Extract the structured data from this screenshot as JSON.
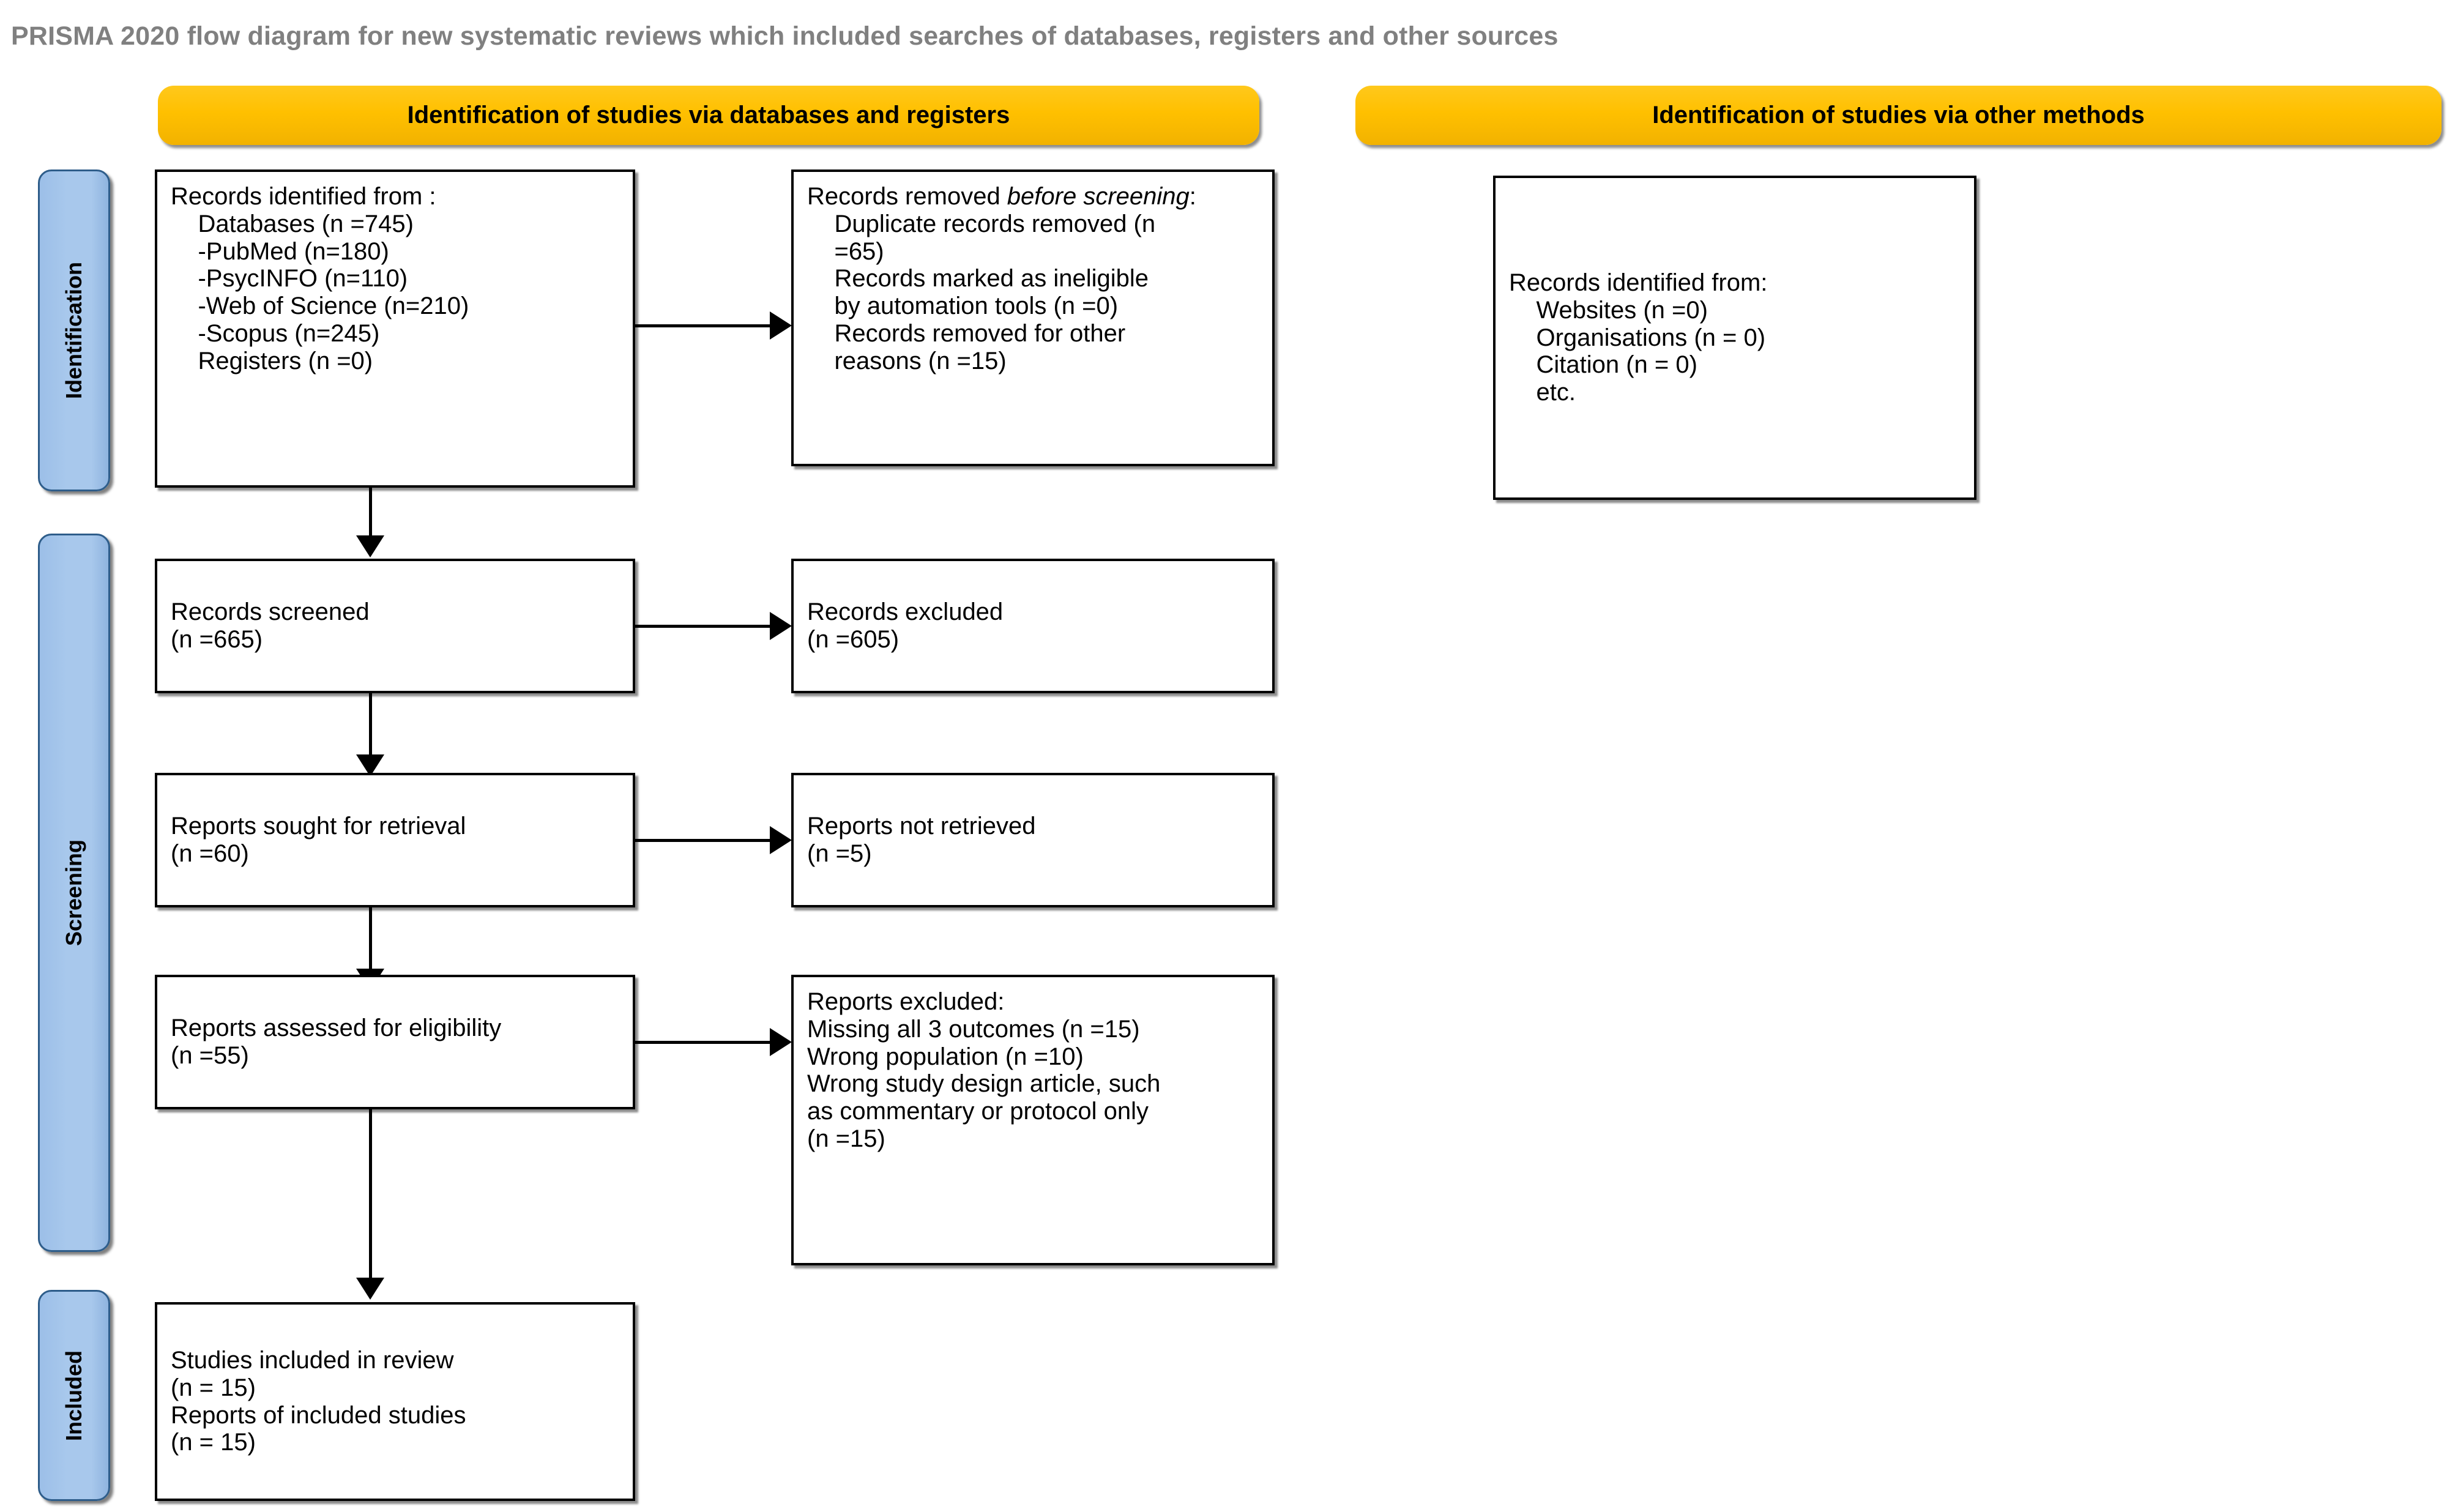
{
  "title": "PRISMA 2020 flow diagram for new systematic reviews which included searches of databases, registers and other sources",
  "phase_headers": [
    {
      "id": "databases-registers",
      "label": "Identification of studies via databases and registers"
    },
    {
      "id": "other-methods",
      "label": "Identification of studies via other methods"
    }
  ],
  "stage_labels": [
    {
      "id": "identification",
      "label": "Identification"
    },
    {
      "id": "screening",
      "label": "Screening"
    },
    {
      "id": "included",
      "label": "Included"
    }
  ],
  "boxes": {
    "records_identified": {
      "name": "records-identified-box",
      "text": "Records identified from :\n    Databases (n =745)\n    -PubMed (n=180)\n    -PsycINFO (n=110)\n    -Web of Science (n=210)\n    -Scopus (n=245)\n    Registers (n =0)"
    },
    "records_removed": {
      "name": "records-removed-box",
      "lead": "Records removed ",
      "lead_italic": "before screening",
      "lead_tail": ":",
      "text": "    Duplicate records removed (n\n    =65)\n    Records marked as ineligible\n    by automation tools (n =0)\n    Records removed for other\n    reasons (n =15)"
    },
    "records_screened": {
      "name": "records-screened-box",
      "text": "Records screened\n(n =665)"
    },
    "records_excluded": {
      "name": "records-excluded-box",
      "text": "Records excluded\n(n =605)"
    },
    "reports_sought": {
      "name": "reports-sought-box",
      "text": "Reports sought for retrieval\n(n =60)"
    },
    "reports_not_retrieved": {
      "name": "reports-not-retrieved-box",
      "text": "Reports not retrieved\n(n =5)"
    },
    "reports_assessed": {
      "name": "reports-assessed-box",
      "text": "Reports assessed for eligibility\n(n =55)"
    },
    "reports_excluded": {
      "name": "reports-excluded-box",
      "text": "Reports excluded:\nMissing all 3 outcomes (n =15)\nWrong population (n =10)\nWrong study design article, such\nas commentary or protocol only\n(n =15)"
    },
    "studies_included": {
      "name": "studies-included-box",
      "text": "Studies included in review\n(n = 15)\nReports of included studies\n(n = 15)"
    },
    "other_methods_identified": {
      "name": "other-methods-identified-box",
      "text": "Records identified from:\n    Websites (n =0)\n    Organisations (n = 0)\n    Citation (n = 0)\n    etc."
    }
  },
  "flow_data": {
    "type": "flowchart",
    "records_identified_databases": 745,
    "records_identified_pubmed": 180,
    "records_identified_psycinfo": 110,
    "records_identified_web_of_science": 210,
    "records_identified_scopus": 245,
    "records_identified_registers": 0,
    "duplicate_records_removed": 65,
    "records_marked_ineligible_automation": 0,
    "records_removed_other_reasons": 15,
    "records_screened": 665,
    "records_excluded": 605,
    "reports_sought_for_retrieval": 60,
    "reports_not_retrieved": 5,
    "reports_assessed_for_eligibility": 55,
    "reports_excluded_missing_outcomes": 15,
    "reports_excluded_wrong_population": 10,
    "reports_excluded_wrong_study_design": 15,
    "studies_included_in_review": 15,
    "reports_of_included_studies": 15,
    "other_websites": 0,
    "other_organisations": 0,
    "other_citation": 0
  },
  "colors": {
    "header_yellow": "#FFC000",
    "stage_blue": "#A8C8EC",
    "stage_border": "#2E5D8A",
    "title_gray": "#808080",
    "box_border": "#000000"
  }
}
